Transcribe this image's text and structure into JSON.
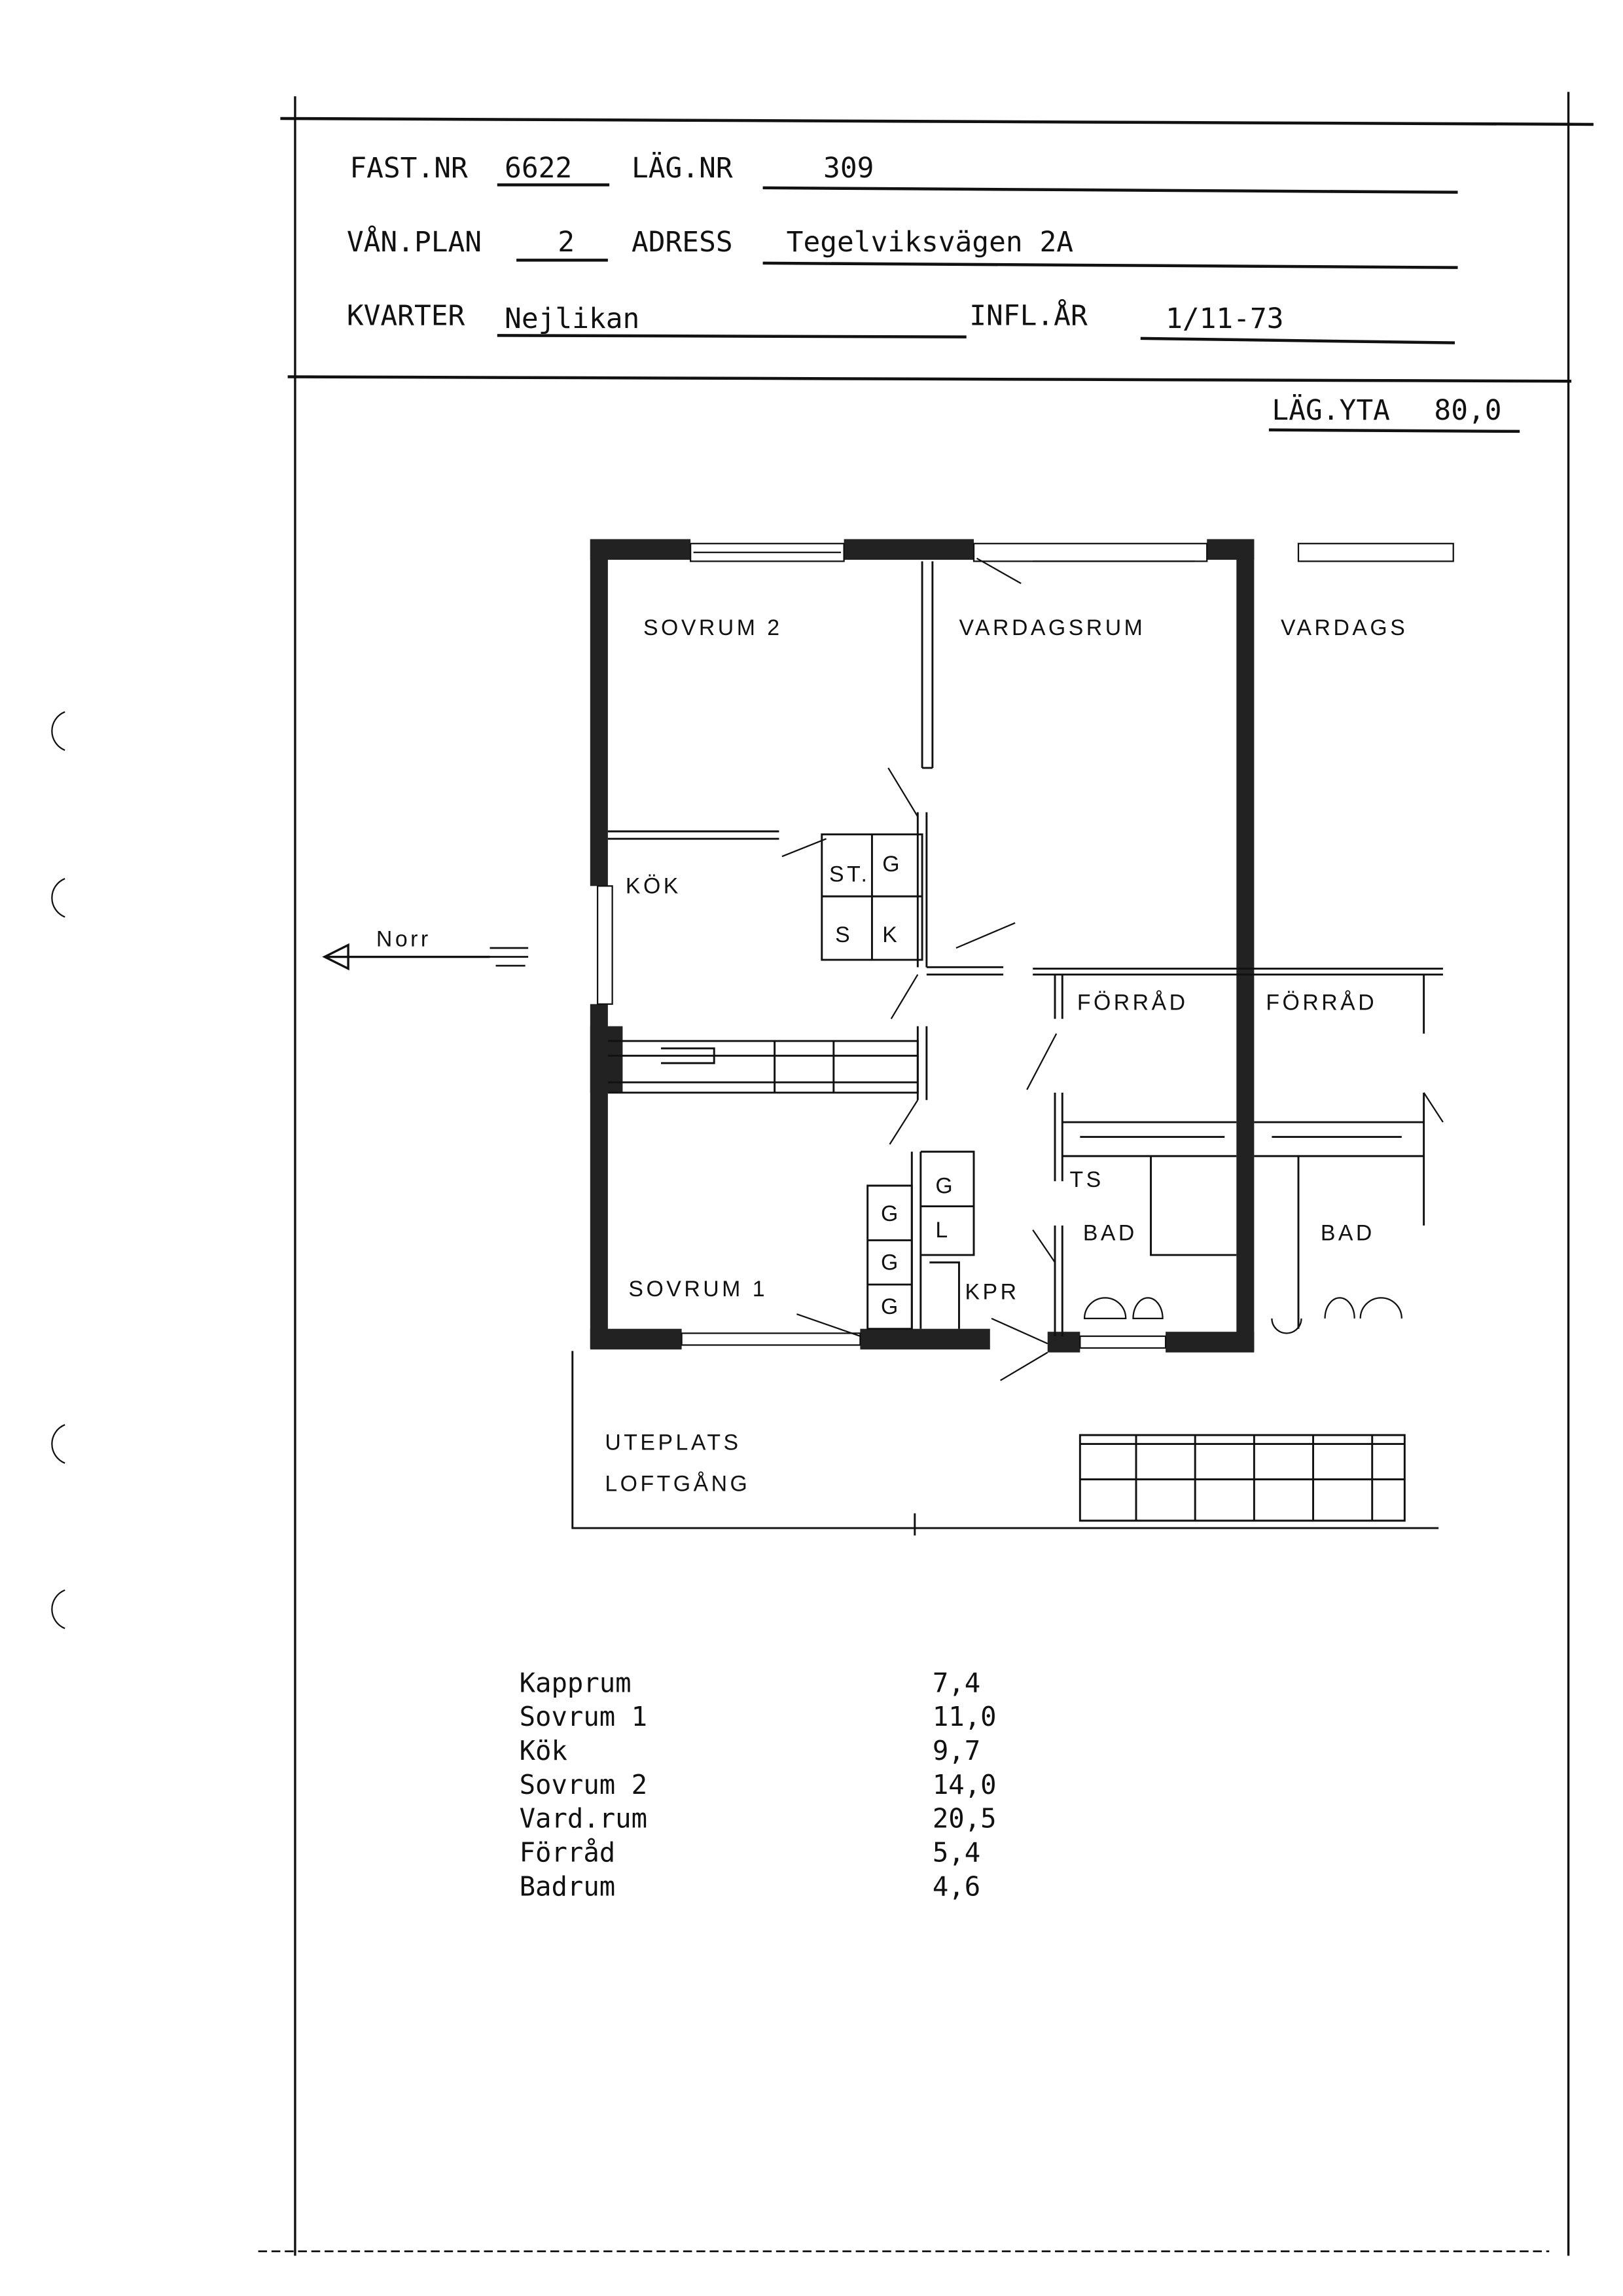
{
  "header": {
    "fast_nr_label": "FAST.NR",
    "fast_nr_value": "6622",
    "lag_nr_label": "LÄG.NR",
    "lag_nr_value": "309",
    "van_plan_label": "VÅN.PLAN",
    "van_plan_value": "2",
    "adress_label": "ADRESS",
    "adress_value": "Tegelviksvägen 2A",
    "kvarter_label": "KVARTER",
    "kvarter_value": "Nejlikan",
    "infl_ar_label": "INFL.ÅR",
    "infl_ar_value": "1/11-73"
  },
  "area": {
    "label": "LÄG.YTA",
    "value": "80,0"
  },
  "plan": {
    "north": "Norr",
    "rooms": {
      "sovrum2": "SOVRUM 2",
      "vardagsrum": "VARDAGSRUM",
      "vardags_neighbor": "VARDAGS",
      "kok": "KÖK",
      "st": "ST.",
      "g": "G",
      "s": "S",
      "k": "K",
      "l": "L",
      "forrad": "FÖRRÅD",
      "forrad_neighbor": "FÖRRÅD",
      "ts": "TS",
      "bad": "BAD",
      "bad_neighbor": "BAD",
      "sovrum1": "SOVRUM 1",
      "kpr": "KPR",
      "uteplats": "UTEPLATS",
      "loftgang": "LOFTGÅNG"
    }
  },
  "areas_table": [
    {
      "room": "Kapprum",
      "area": "7,4"
    },
    {
      "room": "Sovrum 1",
      "area": "11,0"
    },
    {
      "room": "Kök",
      "area": "9,7"
    },
    {
      "room": "Sovrum 2",
      "area": "14,0"
    },
    {
      "room": "Vard.rum",
      "area": "20,5"
    },
    {
      "room": "Förråd",
      "area": "5,4"
    },
    {
      "room": "Badrum",
      "area": "4,6"
    }
  ]
}
